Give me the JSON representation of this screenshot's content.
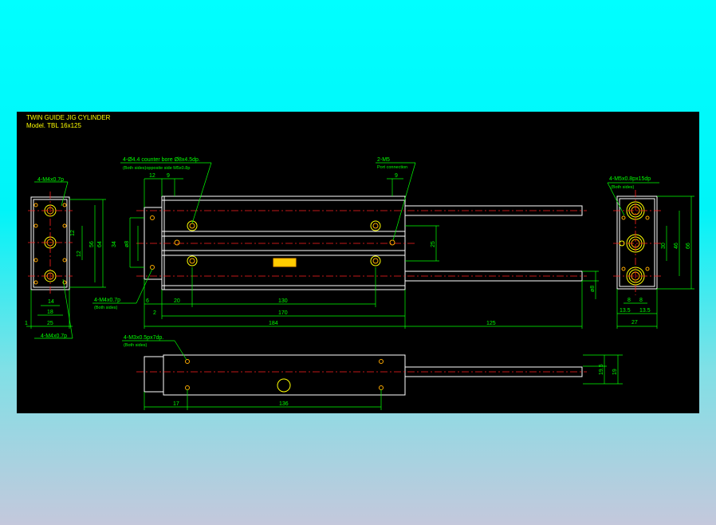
{
  "title": {
    "line1": "TWIN GUIDE JIG CYLINDER",
    "line2": "Model. TBL 16x125"
  },
  "callouts": {
    "m4_top": "4-M4x0.7p",
    "m4_bottom": "4-M4x0.7p",
    "counter_bore": "4-Ø4.4 counter bore Ø8x4.5dp.",
    "counter_bore_sub": "(Both sides)opposite side M5x0.8p",
    "port_m5": "2-M5",
    "port_m5_sub": "Port connection",
    "m4_side": "4-M4x0.7p",
    "m4_side_sub": "(Both sides)",
    "m5_right": "4-M5x0.8px15dp",
    "m5_right_sub": "(Both sides)",
    "m3_bottom": "4-M3x0.5px7dp.",
    "m3_bottom_sub": "(Both sides)"
  },
  "dims": {
    "left_14": "14",
    "left_18": "18",
    "left_25": "25",
    "left_1": "1",
    "left_12a": "12",
    "left_12b": "12",
    "left_56": "56",
    "left_64": "64",
    "mid_12": "12",
    "mid_9a": "9",
    "mid_9b": "9",
    "mid_34": "34",
    "mid_d8": "ø8",
    "mid_25": "25",
    "mid_6": "6",
    "mid_20": "20",
    "mid_130": "130",
    "mid_2": "2",
    "mid_170": "170",
    "mid_184": "184",
    "mid_125": "125",
    "mid_d8b": "ø8",
    "right_30": "30",
    "right_46": "46",
    "right_66": "66",
    "right_8a": "8",
    "right_8b": "8",
    "right_135a": "13.5",
    "right_135b": "13.5",
    "right_27": "27",
    "bot_195": "19.5",
    "bot_19": "19",
    "bot_17": "17",
    "bot_136": "136"
  }
}
